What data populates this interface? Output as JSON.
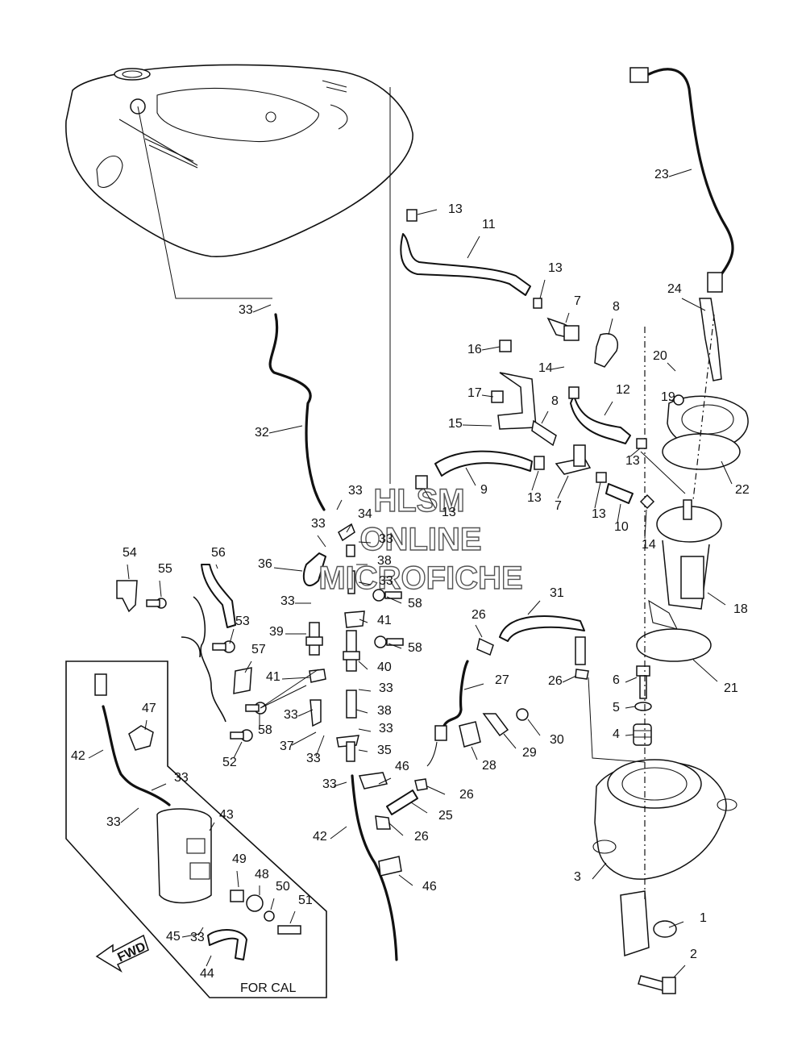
{
  "watermark": {
    "line1": "HLSM",
    "line2": "ONLINE",
    "line3": "MICROFICHE"
  },
  "inset_caption": "FOR CAL",
  "fwd_label": "FWD",
  "callouts": [
    {
      "id": "c1",
      "text": "1"
    },
    {
      "id": "c2",
      "text": "2"
    },
    {
      "id": "c3",
      "text": "3"
    },
    {
      "id": "c4",
      "text": "4"
    },
    {
      "id": "c5",
      "text": "5"
    },
    {
      "id": "c6",
      "text": "6"
    },
    {
      "id": "c7a",
      "text": "7"
    },
    {
      "id": "c7b",
      "text": "7"
    },
    {
      "id": "c8a",
      "text": "8"
    },
    {
      "id": "c8b",
      "text": "8"
    },
    {
      "id": "c9",
      "text": "9"
    },
    {
      "id": "c10",
      "text": "10"
    },
    {
      "id": "c11",
      "text": "11"
    },
    {
      "id": "c12",
      "text": "12"
    },
    {
      "id": "c13a",
      "text": "13"
    },
    {
      "id": "c13b",
      "text": "13"
    },
    {
      "id": "c13c",
      "text": "13"
    },
    {
      "id": "c13d",
      "text": "13"
    },
    {
      "id": "c13e",
      "text": "13"
    },
    {
      "id": "c13f",
      "text": "13"
    },
    {
      "id": "c14a",
      "text": "14"
    },
    {
      "id": "c14b",
      "text": "14"
    },
    {
      "id": "c15",
      "text": "15"
    },
    {
      "id": "c16",
      "text": "16"
    },
    {
      "id": "c17",
      "text": "17"
    },
    {
      "id": "c18",
      "text": "18"
    },
    {
      "id": "c19",
      "text": "19"
    },
    {
      "id": "c20",
      "text": "20"
    },
    {
      "id": "c21",
      "text": "21"
    },
    {
      "id": "c22",
      "text": "22"
    },
    {
      "id": "c23",
      "text": "23"
    },
    {
      "id": "c24",
      "text": "24"
    },
    {
      "id": "c25",
      "text": "25"
    },
    {
      "id": "c26a",
      "text": "26"
    },
    {
      "id": "c26b",
      "text": "26"
    },
    {
      "id": "c26c",
      "text": "26"
    },
    {
      "id": "c26d",
      "text": "26"
    },
    {
      "id": "c27",
      "text": "27"
    },
    {
      "id": "c28",
      "text": "28"
    },
    {
      "id": "c29",
      "text": "29"
    },
    {
      "id": "c30",
      "text": "30"
    },
    {
      "id": "c31",
      "text": "31"
    },
    {
      "id": "c32",
      "text": "32"
    },
    {
      "id": "c33a",
      "text": "33"
    },
    {
      "id": "c33b",
      "text": "33"
    },
    {
      "id": "c33c",
      "text": "33"
    },
    {
      "id": "c33d",
      "text": "33"
    },
    {
      "id": "c33e",
      "text": "33"
    },
    {
      "id": "c33f",
      "text": "33"
    },
    {
      "id": "c33g",
      "text": "33"
    },
    {
      "id": "c33h",
      "text": "33"
    },
    {
      "id": "c33i",
      "text": "33"
    },
    {
      "id": "c33j",
      "text": "33"
    },
    {
      "id": "c33k",
      "text": "33"
    },
    {
      "id": "c33l",
      "text": "33"
    },
    {
      "id": "c33m",
      "text": "33"
    },
    {
      "id": "c33n",
      "text": "33"
    },
    {
      "id": "c34",
      "text": "34"
    },
    {
      "id": "c35",
      "text": "35"
    },
    {
      "id": "c36",
      "text": "36"
    },
    {
      "id": "c37",
      "text": "37"
    },
    {
      "id": "c38a",
      "text": "38"
    },
    {
      "id": "c38b",
      "text": "38"
    },
    {
      "id": "c39",
      "text": "39"
    },
    {
      "id": "c40",
      "text": "40"
    },
    {
      "id": "c41a",
      "text": "41"
    },
    {
      "id": "c41b",
      "text": "41"
    },
    {
      "id": "c42a",
      "text": "42"
    },
    {
      "id": "c42b",
      "text": "42"
    },
    {
      "id": "c43",
      "text": "43"
    },
    {
      "id": "c44",
      "text": "44"
    },
    {
      "id": "c45",
      "text": "45"
    },
    {
      "id": "c46a",
      "text": "46"
    },
    {
      "id": "c46b",
      "text": "46"
    },
    {
      "id": "c47",
      "text": "47"
    },
    {
      "id": "c48",
      "text": "48"
    },
    {
      "id": "c49",
      "text": "49"
    },
    {
      "id": "c50",
      "text": "50"
    },
    {
      "id": "c51",
      "text": "51"
    },
    {
      "id": "c52",
      "text": "52"
    },
    {
      "id": "c53",
      "text": "53"
    },
    {
      "id": "c54",
      "text": "54"
    },
    {
      "id": "c55",
      "text": "55"
    },
    {
      "id": "c56",
      "text": "56"
    },
    {
      "id": "c57",
      "text": "57"
    },
    {
      "id": "c58a",
      "text": "58"
    },
    {
      "id": "c58b",
      "text": "58"
    },
    {
      "id": "c58c",
      "text": "58"
    }
  ]
}
